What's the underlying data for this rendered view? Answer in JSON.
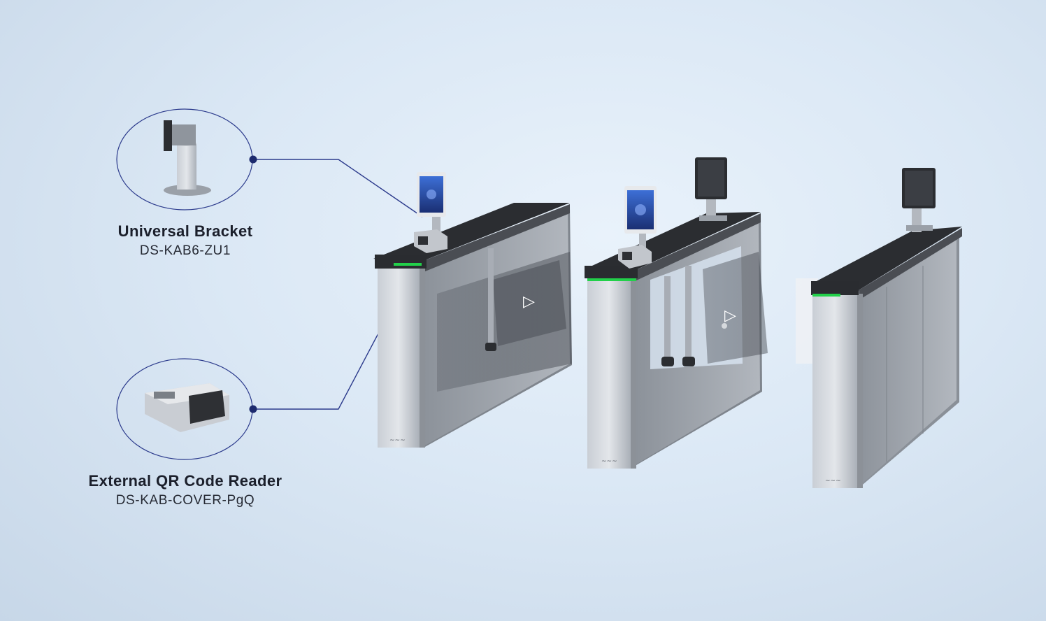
{
  "accessories": [
    {
      "name": "Universal Bracket",
      "model": "DS-KAB6-ZU1",
      "icon": "universal-bracket-icon"
    },
    {
      "name": "External QR Code Reader",
      "model": "DS-KAB-COVER-PgQ",
      "icon": "qr-code-reader-icon"
    }
  ],
  "colors": {
    "background": "#dbe8f5",
    "callout_line": "#2b3a8c",
    "steel": "#b9bfc7",
    "indicator_green": "#22d04a"
  }
}
